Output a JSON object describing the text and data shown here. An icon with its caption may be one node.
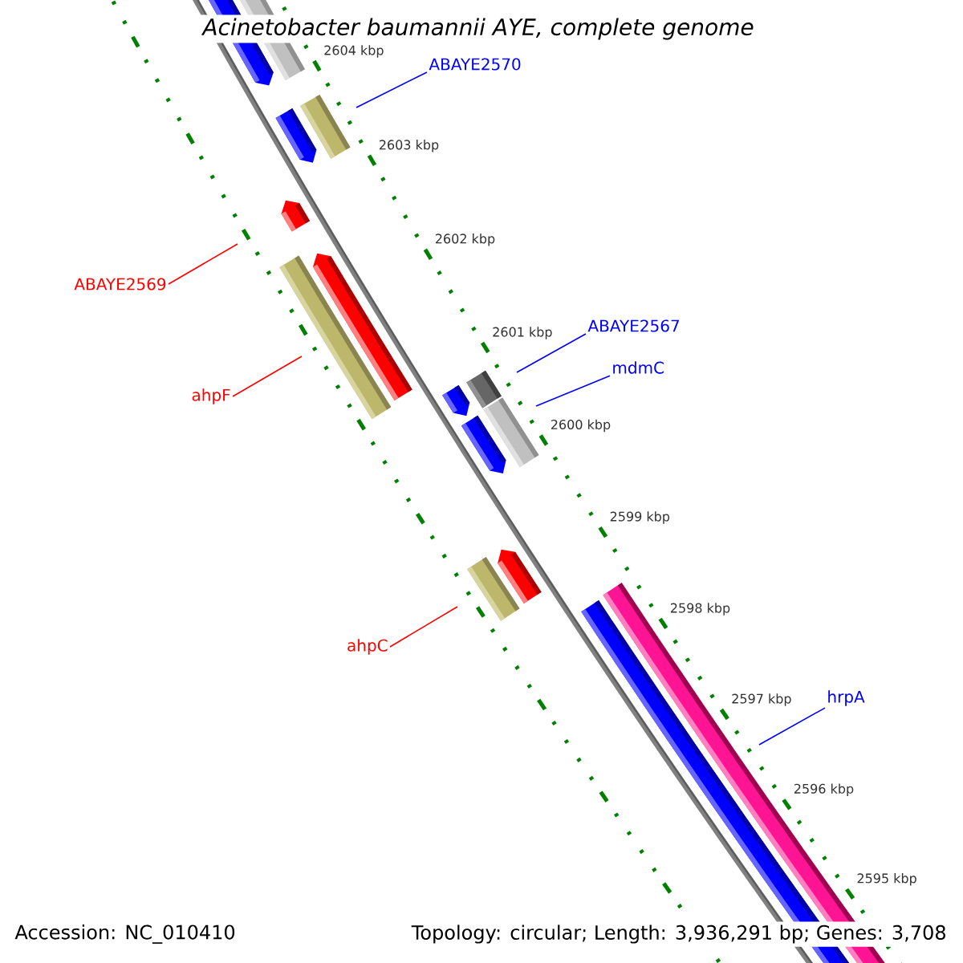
{
  "diagram": {
    "title": "Acinetobacter baumannii AYE, complete genome",
    "nodes": [
      {
        "text": [
          "ABAYE2570"
        ]
      },
      {
        "text": [
          "ABAYE2569"
        ]
      },
      {
        "text": [
          "ABAYE2567"
        ]
      },
      {
        "text": [
          "mdmC"
        ]
      },
      {
        "text": [
          "ahpF"
        ]
      },
      {
        "text": [
          "ahpC"
        ]
      },
      {
        "text": [
          "hrpA"
        ]
      }
    ],
    "edges": [
      {
        "from": 0,
        "to": null,
        "arrow": "none",
        "color": "#0000ff"
      },
      {
        "from": 1,
        "to": null,
        "arrow": "none",
        "color": "#ff0000"
      },
      {
        "from": 2,
        "to": null,
        "arrow": "none",
        "color": "#0000ff"
      },
      {
        "from": 3,
        "to": null,
        "arrow": "none",
        "color": "#0000ff"
      },
      {
        "from": 4,
        "to": null,
        "arrow": "none",
        "color": "#ff0000"
      },
      {
        "from": 5,
        "to": null,
        "arrow": "none",
        "color": "#ff0000"
      },
      {
        "from": 6,
        "to": null,
        "arrow": "none",
        "color": "#0000ff"
      }
    ],
    "labels": [
      "2604 kbp",
      "2603 kbp",
      "2602 kbp",
      "2601 kbp",
      "2600 kbp",
      "2599 kbp",
      "2598 kbp",
      "2597 kbp",
      "2596 kbp",
      "2595 kbp",
      "Accession: NC_010410",
      "Topology: circular; Length: 3,936,291 bp; Genes: 3,708"
    ]
  }
}
